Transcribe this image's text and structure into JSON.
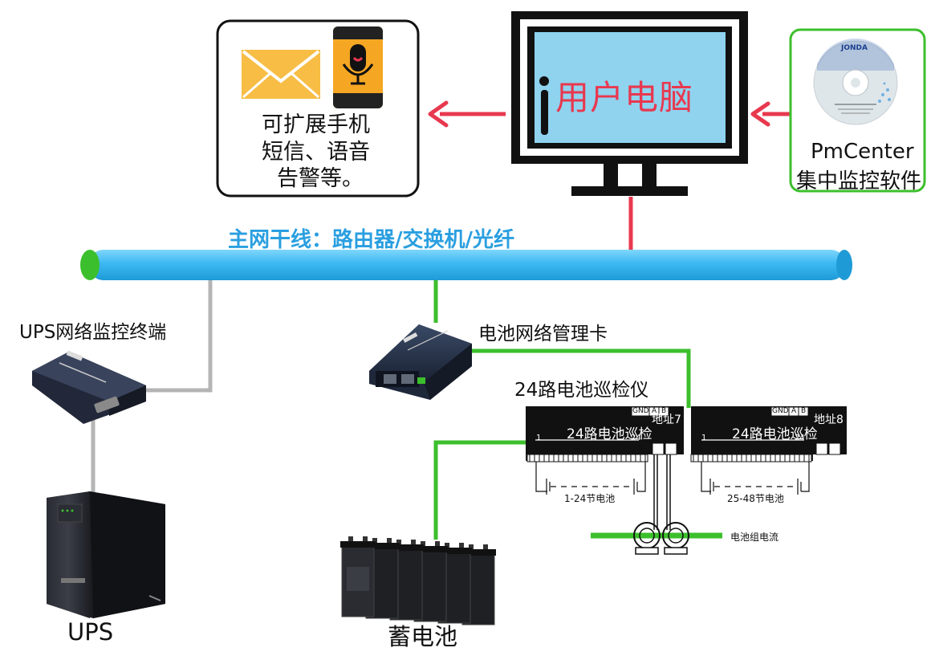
{
  "colors": {
    "accent_red": "#e8384f",
    "network_green": "#3cbf2c",
    "trunk_blue": "#3cb8f2",
    "trunk_title_blue": "#2a9fe0",
    "screen_cyan": "#8fd3ef",
    "link_gray": "#b5b5b5",
    "mail_yellow": "#f7bd45",
    "phone_orange": "#f5a623"
  },
  "labels": {
    "pc_label": "用户电脑",
    "alert_box": [
      "可扩展手机",
      "短信、语音",
      "告警等。"
    ],
    "pmcenter_title": "PmCenter",
    "pmcenter_subtitle": "集中监控软件",
    "cd_brand": "JONDA",
    "trunk_label": "主网干线：路由器/交换机/光纤",
    "ups_terminal": "UPS网络监控终端",
    "battery_card": "电池网络管理卡",
    "inspector_title": "24路电池巡检仪",
    "ups": "UPS",
    "battery": "蓄电池"
  },
  "inspector_units": [
    {
      "title": "24路电池巡检",
      "address": "地址7",
      "range_start": "1",
      "range_end": "24",
      "terminals": [
        "GND",
        "A",
        "B"
      ],
      "battery_range": "1-24节电池"
    },
    {
      "title": "24路电池巡检",
      "address": "地址8",
      "range_start": "1",
      "range_end": "24",
      "terminals": [
        "GND",
        "A",
        "B"
      ],
      "battery_range": "25-48节电池"
    }
  ],
  "current_label": "电池组电流",
  "icons": [
    "envelope-icon",
    "microphone-icon",
    "monitor-icon",
    "cd-disc-icon",
    "ups-cabinet-icon",
    "battery-bank-icon",
    "current-sensor-icon"
  ]
}
